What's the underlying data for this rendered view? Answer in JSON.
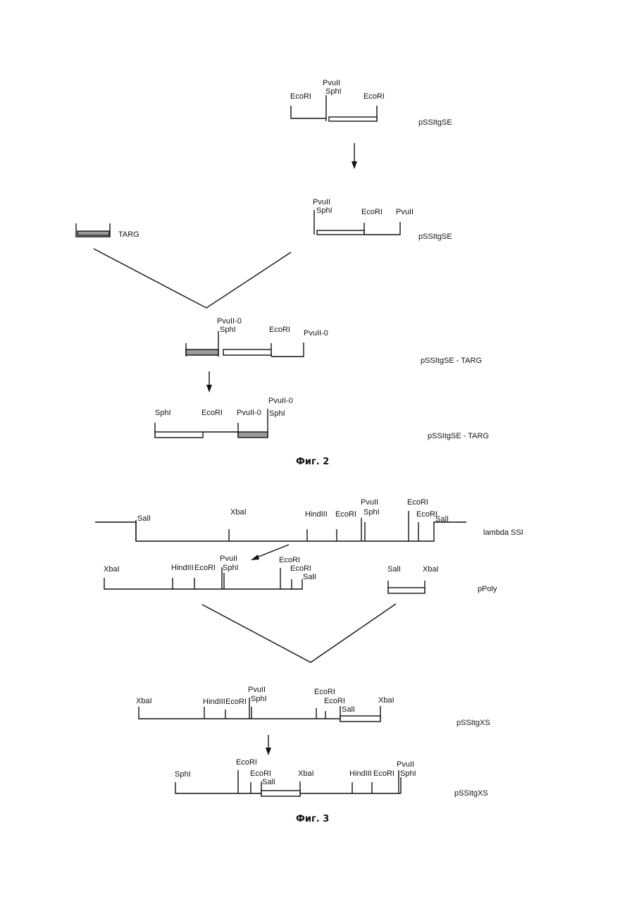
{
  "fig2": {
    "caption": "Фиг. 2",
    "row1": {
      "ecori_left": "EcoRI",
      "pvuii": "PvuII",
      "sphi": "SphI",
      "ecori_right": "EcoRI",
      "name": "pSSItgSE"
    },
    "targ": {
      "name": "TARG"
    },
    "row2": {
      "pvuii_top": "PvuII",
      "sphi": "SphI",
      "ecori": "EcoRI",
      "pvuii_right": "PvuII",
      "name": "pSSItgSE"
    },
    "row3": {
      "pvuii_0": "PvuII-0",
      "sphi": "SphI",
      "ecori": "EcoRI",
      "pvuii_0_right": "PvuII-0",
      "name": "pSSItgSE - TARG"
    },
    "row4": {
      "sphi": "SphI",
      "ecori": "EcoRI",
      "pvuii_0": "PvuII-0",
      "pvuii_0_top": "PvuII-0",
      "sphi_right": "SphI",
      "name": "pSSItgSE - TARG"
    }
  },
  "fig3": {
    "caption": "Фиг. 3",
    "lambda": {
      "sali_left": "SalI",
      "xbai": "XbaI",
      "hindiii": "HindIII",
      "ecori_a": "EcoRI",
      "pvuii": "PvuII",
      "sphi": "SphI",
      "ecori_b": "EcoRI",
      "ecori_c": "EcoRI",
      "sali_right": "SalI",
      "name": "lambda SSI"
    },
    "ppoly": {
      "xbai": "XbaI",
      "hindiii": "HindIII",
      "ecori_a": "EcoRI",
      "pvuii": "PvuII",
      "sphi": "SphI",
      "ecori_b": "EcoRI",
      "ecori_c": "EcoRI",
      "sali": "SalI",
      "name": "pPoly"
    },
    "insert": {
      "sali": "SalI",
      "xbai": "XbaI"
    },
    "row3": {
      "xbai": "XbaI",
      "hindiii": "HindIII",
      "ecori_a": "EcoRI",
      "pvuii": "PvuII",
      "sphi": "SphI",
      "ecori_b": "EcoRI",
      "ecori_c": "EcoRI",
      "sali": "SalI",
      "xbai_right": "XbaI",
      "name": "pSSItgXS"
    },
    "row4": {
      "sphi": "SphI",
      "ecori_a": "EcoRI",
      "ecori_b": "EcoRI",
      "sali": "SalI",
      "xbai": "XbaI",
      "hindiii": "HindIII",
      "ecori_c": "EcoRI",
      "pvuii": "PvuII",
      "sphi_right": "SphI",
      "name": "pSSItgXS"
    }
  }
}
